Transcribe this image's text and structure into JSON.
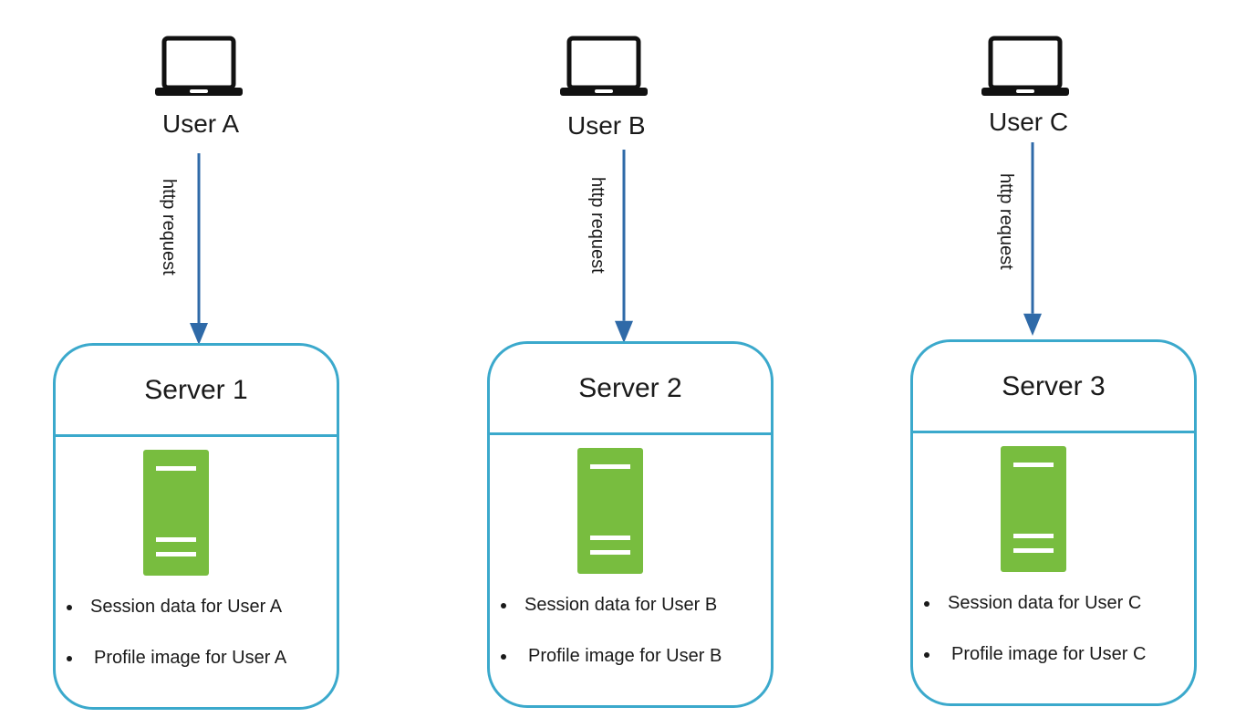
{
  "columns": [
    {
      "user": "User A",
      "request": "http request",
      "server": "Server 1",
      "items": [
        "Session data for User A",
        "Profile image for User A"
      ]
    },
    {
      "user": "User B",
      "request": "http request",
      "server": "Server 2",
      "items": [
        "Session data for User B",
        "Profile image for User B"
      ]
    },
    {
      "user": "User C",
      "request": "http request",
      "server": "Server 3",
      "items": [
        "Session data for User C",
        "Profile image for User C"
      ]
    }
  ],
  "icons": {
    "client": "laptop-icon",
    "server": "server-rack-icon"
  },
  "colors": {
    "arrow": "#2f6aa8",
    "box_border": "#3ba9cc",
    "server_icon": "#78bd3f"
  }
}
